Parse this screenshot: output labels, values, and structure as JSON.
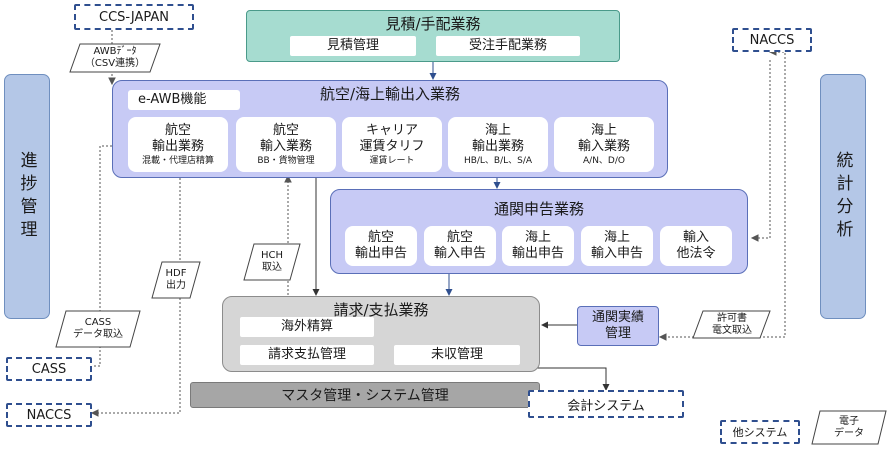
{
  "sidebars": {
    "left": "進捗管理",
    "right": "統計分析"
  },
  "top": {
    "title": "見積/手配業務",
    "estimate": "見積管理",
    "order": "受注手配業務"
  },
  "air_sea": {
    "title": "航空/海上輸出入業務",
    "eawb": "e-AWB機能",
    "cards": [
      {
        "line1": "航空",
        "line2": "輸出業務",
        "sub": "混載・代理店精算"
      },
      {
        "line1": "航空",
        "line2": "輸入業務",
        "sub": "BB・貨物管理"
      },
      {
        "line1": "キャリア",
        "line2": "運賃タリフ",
        "sub": "運賃レート"
      },
      {
        "line1": "海上",
        "line2": "輸出業務",
        "sub": "HB/L、B/L、S/A"
      },
      {
        "line1": "海上",
        "line2": "輸入業務",
        "sub": "A/N、D/O"
      }
    ]
  },
  "customs": {
    "title": "通関申告業務",
    "cards": [
      {
        "line1": "航空",
        "line2": "輸出申告"
      },
      {
        "line1": "航空",
        "line2": "輸入申告"
      },
      {
        "line1": "海上",
        "line2": "輸出申告"
      },
      {
        "line1": "海上",
        "line2": "輸入申告"
      },
      {
        "line1": "輸入",
        "line2": "他法令"
      }
    ]
  },
  "billing": {
    "title": "請求/支払業務",
    "overseas": "海外精算",
    "payment": "請求支払管理",
    "receivable": "未収管理"
  },
  "customs_results": {
    "line1": "通関実績",
    "line2": "管理"
  },
  "master": "マスタ管理・システム管理",
  "external": {
    "ccs_japan": "CCS-JAPAN",
    "naccs_top": "NACCS",
    "cass": "CASS",
    "naccs_bottom": "NACCS",
    "accounting": "会計システム",
    "other_system": "他システム"
  },
  "data_labels": {
    "awb": {
      "line1": "AWBﾃﾞｰﾀ",
      "line2": "（CSV連携）"
    },
    "hdf": {
      "line1": "HDF",
      "line2": "出力"
    },
    "hch": {
      "line1": "HCH",
      "line2": "取込"
    },
    "cass_import": {
      "line1": "CASS",
      "line2": "データ取込"
    },
    "permit": {
      "line1": "許可書",
      "line2": "電文取込"
    },
    "e_data": {
      "line1": "電子",
      "line2": "データ"
    }
  },
  "colors": {
    "group_blue": "#c7caf5",
    "group_border": "#5a6fb8",
    "teal": "#a6dcd0",
    "sidebar": "#b4c7e7",
    "gray": "#d6d6d6",
    "master": "#a6a6a6",
    "dash": "#2f4f8f"
  }
}
